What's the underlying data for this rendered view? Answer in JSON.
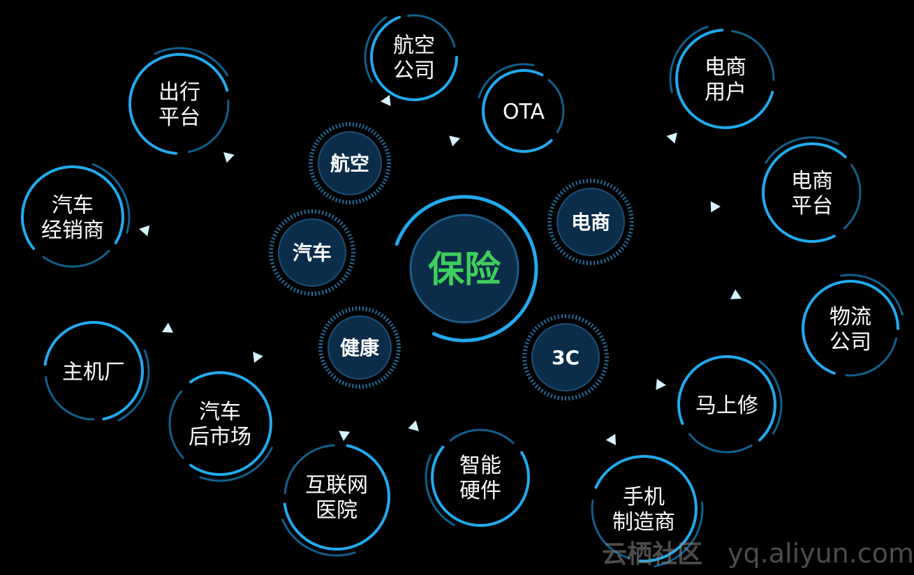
{
  "colors": {
    "ring": "#22aaee",
    "ring_dark": "#10608c",
    "hub_fill": "#0c2d4a",
    "center_fill": "#0c2d4a",
    "center_text": "#3fcf5c",
    "arrow": "#bfe9ff"
  },
  "center": {
    "label": "保险"
  },
  "hubs": [
    {
      "id": "aviation",
      "label": "航空"
    },
    {
      "id": "auto",
      "label": "汽车"
    },
    {
      "id": "ecommerce",
      "label": "电商"
    },
    {
      "id": "health",
      "label": "健康"
    },
    {
      "id": "3c",
      "label": "3C"
    }
  ],
  "leaves": [
    {
      "id": "airline",
      "hub": "aviation",
      "lines": [
        "航空",
        "公司"
      ]
    },
    {
      "id": "ota",
      "hub": "aviation",
      "lines": [
        "OTA"
      ]
    },
    {
      "id": "ride",
      "hub": "auto",
      "lines": [
        "出行",
        "平台"
      ]
    },
    {
      "id": "dealer",
      "hub": "auto",
      "lines": [
        "汽车",
        "经销商"
      ]
    },
    {
      "id": "oem",
      "hub": "auto",
      "lines": [
        "主机厂"
      ]
    },
    {
      "id": "aftermarket",
      "hub": "auto",
      "lines": [
        "汽车",
        "后市场"
      ]
    },
    {
      "id": "hospital",
      "hub": "health",
      "lines": [
        "互联网",
        "医院"
      ]
    },
    {
      "id": "hardware",
      "hub": "health",
      "lines": [
        "智能",
        "硬件"
      ]
    },
    {
      "id": "ec-user",
      "hub": "ecommerce",
      "lines": [
        "电商",
        "用户"
      ]
    },
    {
      "id": "ec-platform",
      "hub": "ecommerce",
      "lines": [
        "电商",
        "平台"
      ]
    },
    {
      "id": "logistics",
      "hub": "ecommerce",
      "lines": [
        "物流",
        "公司"
      ]
    },
    {
      "id": "repair",
      "hub": "3c",
      "lines": [
        "马上修"
      ]
    },
    {
      "id": "phone-maker",
      "hub": "3c",
      "lines": [
        "手机",
        "制造商"
      ]
    }
  ],
  "watermark": {
    "cn": "云栖社区",
    "en": "yq.aliyun.com"
  }
}
